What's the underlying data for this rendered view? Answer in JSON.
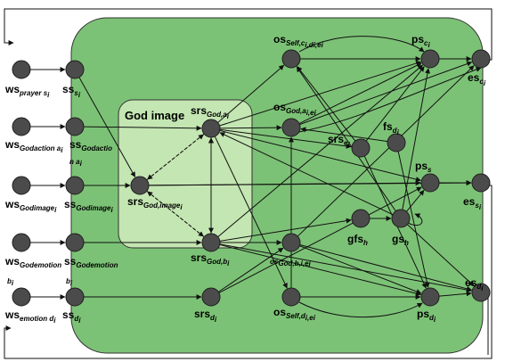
{
  "regions": {
    "god_image_label": "God image"
  },
  "labels": [
    {
      "id": "ws_prayer",
      "main": "ws",
      "sub": "prayer s",
      "subtail": "i"
    },
    {
      "id": "ss_prayer",
      "main": "ss",
      "sub": "s",
      "subtail": "i"
    },
    {
      "id": "ws_godaction",
      "main": "ws",
      "sub": "Godaction a",
      "subtail": "i"
    },
    {
      "id": "ss_godaction",
      "main": "ss",
      "sub": "Godactio",
      "subtail": ""
    },
    {
      "id": "ss_godaction_cont",
      "main": "",
      "sub": "n a",
      "subtail": "i"
    },
    {
      "id": "ws_godimage",
      "main": "ws",
      "sub": "Godimage",
      "subtail": "i"
    },
    {
      "id": "ss_godimage",
      "main": "ss",
      "sub": "Godimage",
      "subtail": "i"
    },
    {
      "id": "ws_godemotion",
      "main": "ws",
      "sub": "Godemotion",
      "subtail": ""
    },
    {
      "id": "ss_godemotion",
      "main": "ss",
      "sub": "Godemotion",
      "subtail": ""
    },
    {
      "id": "ws_godemotion_cont",
      "main": "",
      "sub": "b",
      "subtail": "i"
    },
    {
      "id": "ss_godemotion_cont",
      "main": "",
      "sub": "b",
      "subtail": "i"
    },
    {
      "id": "ws_emotion",
      "main": "ws",
      "sub": "emotion d",
      "subtail": "i"
    },
    {
      "id": "ss_emotion",
      "main": "ss",
      "sub": "d",
      "subtail": "i"
    },
    {
      "id": "srs_godimage",
      "main": "srs",
      "sub": "God,image",
      "subtail": "i"
    },
    {
      "id": "srs_god_a",
      "main": "srs",
      "sub": "God,a",
      "subtail": "i"
    },
    {
      "id": "srs_god_b",
      "main": "srs",
      "sub": "God,b",
      "subtail": "i"
    },
    {
      "id": "srs_d",
      "main": "srs",
      "sub": "d",
      "subtail": "i"
    },
    {
      "id": "os_self_top",
      "main": "os",
      "sub": "Self,c",
      "subtail": "i,di,ei"
    },
    {
      "id": "os_god_a",
      "main": "os",
      "sub": "God,a",
      "subtail": "i,ei"
    },
    {
      "id": "srs_e",
      "main": "srs",
      "sub": "e",
      "subtail": "i"
    },
    {
      "id": "fs_d",
      "main": "fs",
      "sub": "d",
      "subtail": "i"
    },
    {
      "id": "ps_c",
      "main": "ps",
      "sub": "c",
      "subtail": "i"
    },
    {
      "id": "es_c",
      "main": "es",
      "sub": "c",
      "subtail": "i"
    },
    {
      "id": "ps_s",
      "main": "ps",
      "sub": "s",
      "subtail": ""
    },
    {
      "id": "es_s",
      "main": "es",
      "sub": "s",
      "subtail": "i"
    },
    {
      "id": "gfs_h",
      "main": "gfs",
      "sub": "h",
      "subtail": ""
    },
    {
      "id": "gs_h",
      "main": "gs",
      "sub": "h",
      "subtail": ""
    },
    {
      "id": "os_god_b",
      "main": "",
      "sub": "os",
      "subtail": "God,b,i,ej"
    },
    {
      "id": "os_self_bottom",
      "main": "os",
      "sub": "Self,d",
      "subtail": "i,ei"
    },
    {
      "id": "ps_d",
      "main": "ps",
      "sub": "d",
      "subtail": "i"
    },
    {
      "id": "es_d",
      "main": "es",
      "sub": "d",
      "subtail": "i"
    }
  ]
}
